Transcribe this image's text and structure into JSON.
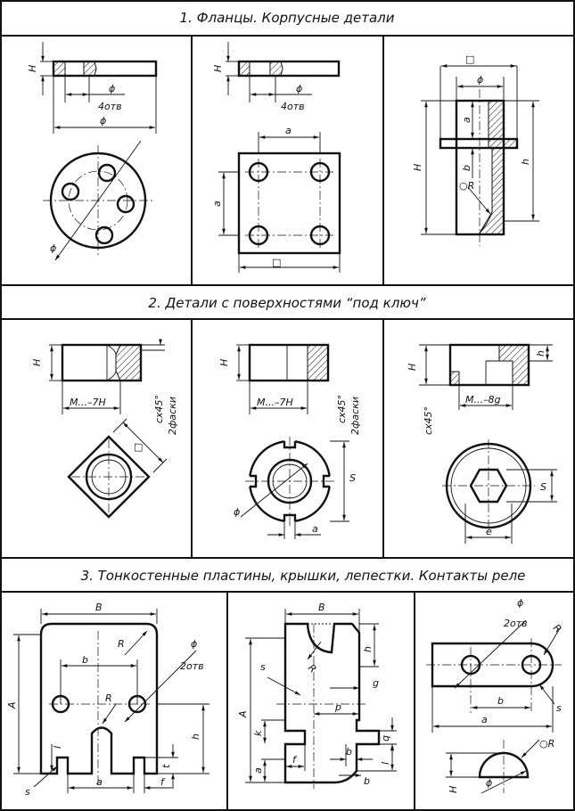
{
  "sections": [
    {
      "title": "1. Фланцы. Корпусные детали"
    },
    {
      "title": "2. Детали с поверхностями “под ключ”"
    },
    {
      "title": "3. Тонкостенные пластины, крышки, лепестки. Контакты реле"
    }
  ],
  "labels": {
    "H": "H",
    "phi": "ϕ",
    "holes4": "4отв",
    "a": "a",
    "b": "b",
    "h": "h",
    "R": "R",
    "oR": "○R",
    "sq": "□",
    "thread7H": "M...–7H",
    "thread8g": "M...–8g",
    "chamfer": "cx45°",
    "chamfers2": "2фаски",
    "S": "S",
    "e": "e",
    "B": "B",
    "A": "A",
    "holes2": "2отв",
    "s": "s",
    "l": "l",
    "t": "t",
    "f": "f",
    "g": "g",
    "p": "p",
    "k": "k",
    "q": "q"
  }
}
